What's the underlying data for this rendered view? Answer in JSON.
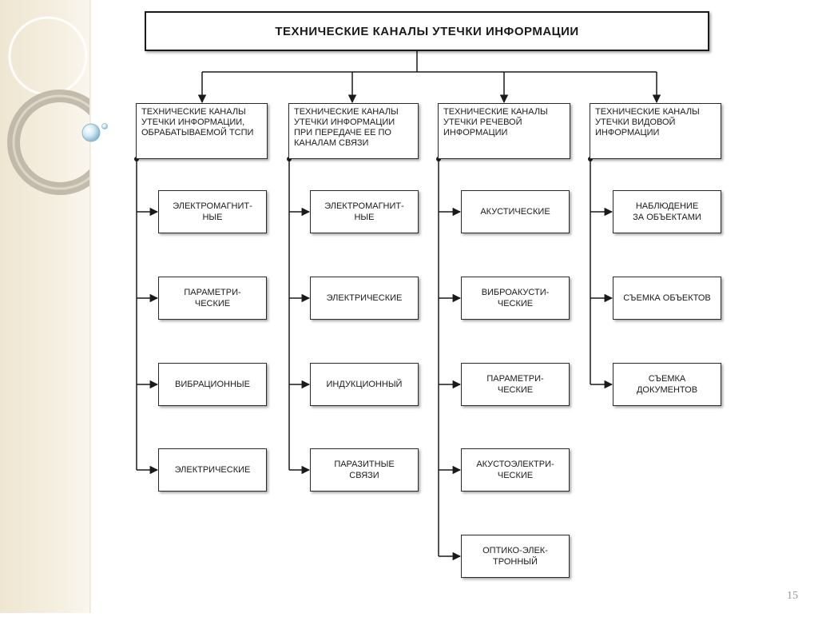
{
  "title": "ТЕХНИЧЕСКИЕ КАНАЛЫ УТЕЧКИ ИНФОРМАЦИИ",
  "page_number": "15",
  "columns": [
    {
      "label": "Технические каналы\nутечки информации,\nобрабатываемой ТСПИ",
      "items": [
        "ЭЛЕКТРОМАГНИТ-\nНЫЕ",
        "ПАРАМЕТРИ-\nЧЕСКИЕ",
        "ВИБРАЦИОННЫЕ",
        "ЭЛЕКТРИЧЕСКИЕ"
      ]
    },
    {
      "label": "Технические каналы\nутечки информации\nпри передаче ее по\nканалам связи",
      "items": [
        "ЭЛЕКТРОМАГНИТ-\nНЫЕ",
        "ЭЛЕКТРИЧЕСКИЕ",
        "ИНДУКЦИОННЫЙ",
        "паразитные\nсвязи"
      ]
    },
    {
      "label": "Технические каналы\nутечки речевой\nинформации",
      "items": [
        "АКУСТИЧЕСКИЕ",
        "ВИБРОАКУСТИ-\nЧЕСКИЕ",
        "ПАРАМЕТРИ-\nЧЕСКИЕ",
        "АКУСТОЭЛЕКТРИ-\nЧЕСКИЕ",
        "ОПТИКО-ЭЛЕК-\nТРОННЫЙ"
      ]
    },
    {
      "label": "Технические каналы\nутечки видовой\nинформации",
      "items": [
        "НАБЛЮДЕНИЕ\nЗА ОБЪЕКТАМИ",
        "СЪЕМКА ОБЪЕКТОВ",
        "СЪЕМКА\nДОКУМЕНТОВ"
      ]
    }
  ]
}
